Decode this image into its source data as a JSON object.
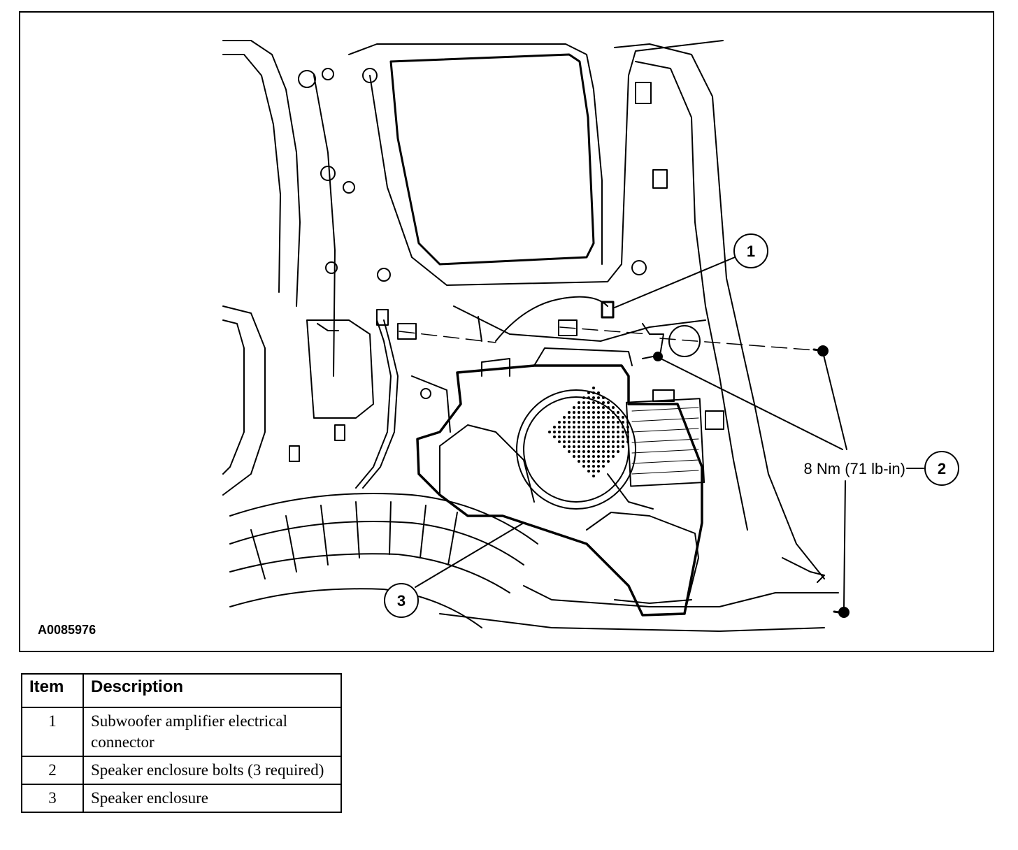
{
  "figure": {
    "id": "A0085976",
    "callouts": [
      {
        "number": "1"
      },
      {
        "number": "2",
        "torque": "8 Nm (71 lb-in)"
      },
      {
        "number": "3"
      }
    ]
  },
  "legend": {
    "headers": {
      "item": "Item",
      "description": "Description"
    },
    "rows": [
      {
        "item": "1",
        "description": "Subwoofer amplifier electrical connector"
      },
      {
        "item": "2",
        "description": "Speaker enclosure bolts (3 required)"
      },
      {
        "item": "3",
        "description": "Speaker enclosure"
      }
    ]
  }
}
